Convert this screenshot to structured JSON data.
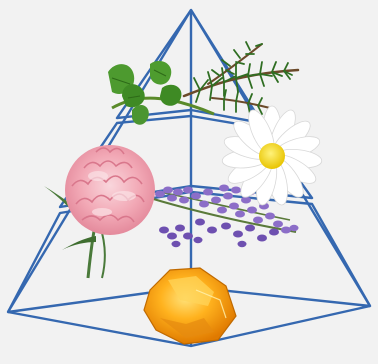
{
  "diagram": {
    "type": "fragrance-note-pyramid",
    "tiers": [
      {
        "tier": "top",
        "ingredients": [
          "mint",
          "pine-needles"
        ]
      },
      {
        "tier": "middle",
        "ingredients": [
          "carnation",
          "daisy",
          "lavender"
        ]
      },
      {
        "tier": "base",
        "ingredients": [
          "amber"
        ]
      }
    ]
  },
  "colors": {
    "background": "#f2f2f2",
    "pyramid_outline": "#3568b0"
  },
  "icons": [
    "mint-icon",
    "pine-icon",
    "carnation-icon",
    "daisy-icon",
    "lavender-icon",
    "amber-icon"
  ]
}
